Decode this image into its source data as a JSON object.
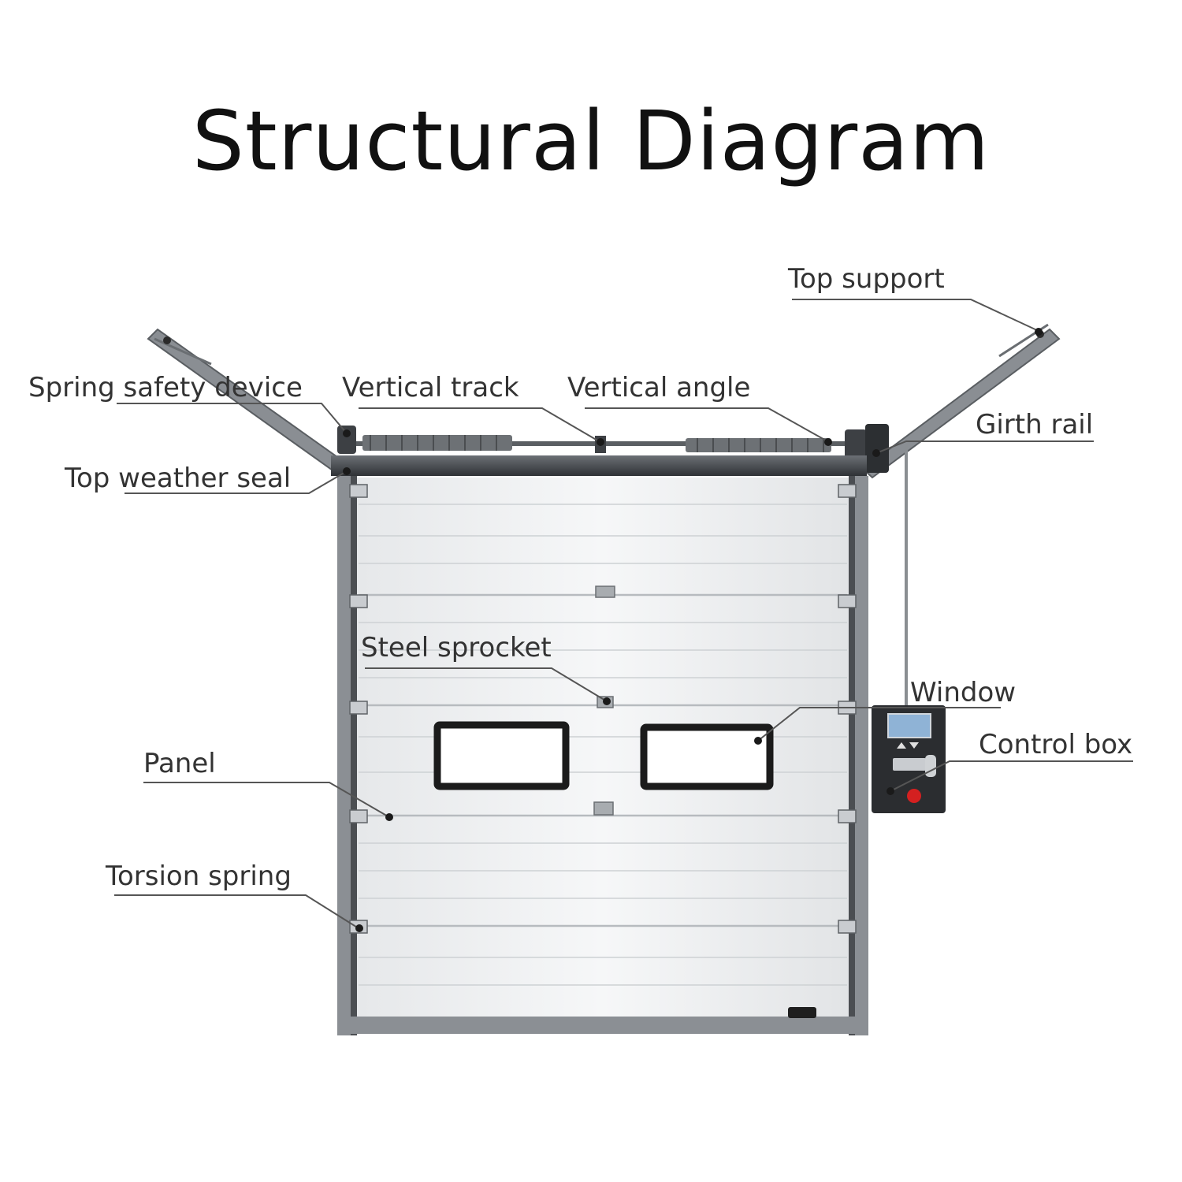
{
  "title": "Structural Diagram",
  "labels": {
    "top_support": "Top support",
    "spring_safety_device": "Spring safety device",
    "vertical_track": "Vertical track",
    "vertical_angle": "Vertical angle",
    "girth_rail": "Girth rail",
    "top_weather_seal": "Top weather seal",
    "steel_sprocket": "Steel sprocket",
    "window": "Window",
    "control_box": "Control box",
    "panel": "Panel",
    "torsion_spring": "Torsion spring"
  },
  "colors": {
    "panel": "#f1f3f4",
    "frame": "#7b7f84",
    "dark_rail": "#3c3f43",
    "window_frame": "#1b1b1b",
    "control_box": "#2b2d30",
    "stop_button": "#d42020",
    "display": "#8fb3d6"
  }
}
